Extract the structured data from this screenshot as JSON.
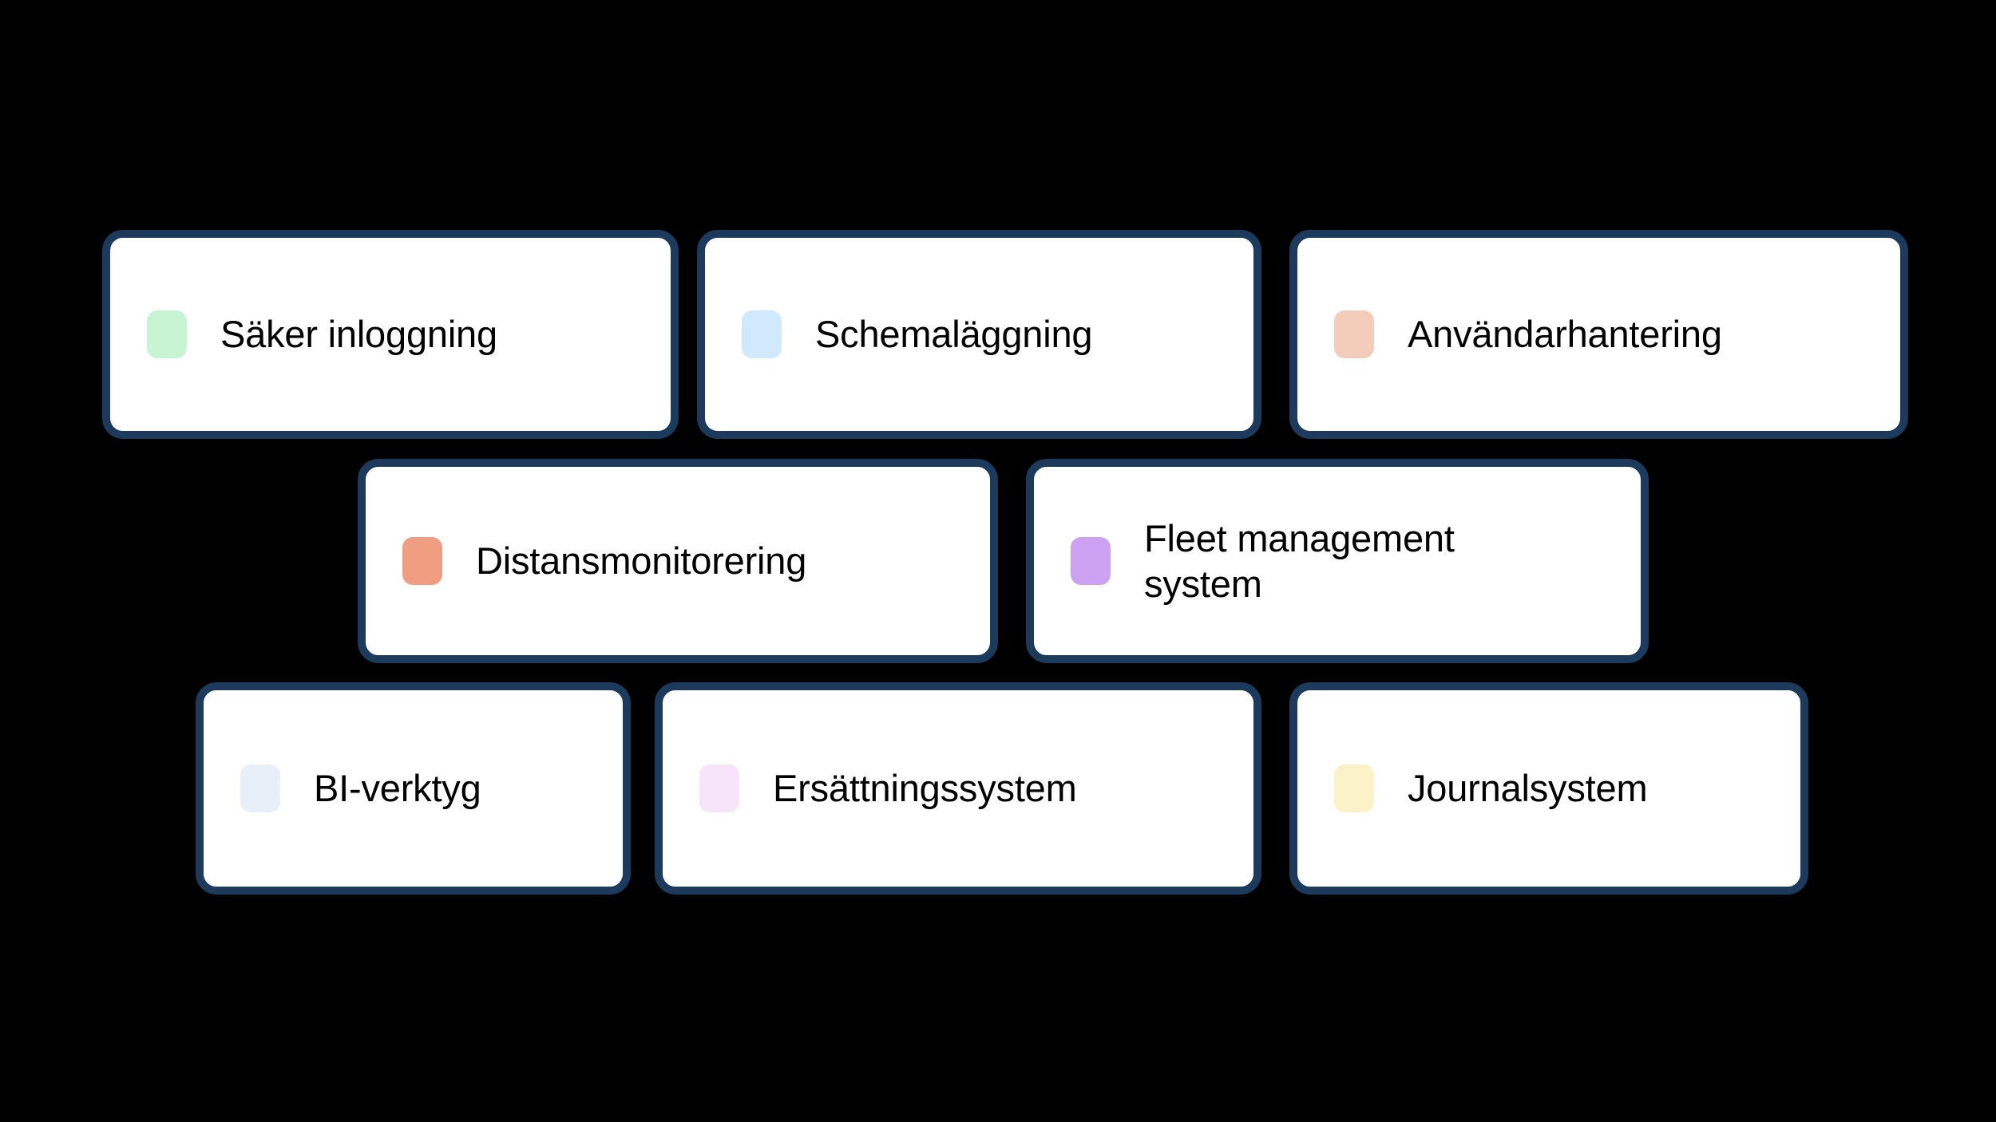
{
  "theme": {
    "background": "#000000",
    "card_background": "#ffffff",
    "card_border": "#1b3a5c",
    "label_color": "#000000"
  },
  "diagram": {
    "type": "card-grid",
    "rows": [
      {
        "row_index": 0,
        "cards": [
          {
            "id": "saker-inloggning",
            "label": "Säker inloggning",
            "swatch_color": "#c7f5d4"
          },
          {
            "id": "schemalaggning",
            "label": "Schemaläggning",
            "swatch_color": "#d1e9fc"
          },
          {
            "id": "anvandarhantering",
            "label": "Användarhantering",
            "swatch_color": "#f4cdba"
          }
        ]
      },
      {
        "row_index": 1,
        "cards": [
          {
            "id": "distansmonitorering",
            "label": "Distansmonitorering",
            "swatch_color": "#ef9e82"
          },
          {
            "id": "fleet-management",
            "label": "Fleet management\nsystem",
            "swatch_color": "#cca1f2"
          }
        ]
      },
      {
        "row_index": 2,
        "cards": [
          {
            "id": "bi-verktyg",
            "label": "BI-verktyg",
            "swatch_color": "#e9eff8"
          },
          {
            "id": "ersattningssystem",
            "label": "Ersättningssystem",
            "swatch_color": "#f7e3fa"
          },
          {
            "id": "journalsystem",
            "label": "Journalsystem",
            "swatch_color": "#fcf2c7"
          }
        ]
      }
    ]
  }
}
